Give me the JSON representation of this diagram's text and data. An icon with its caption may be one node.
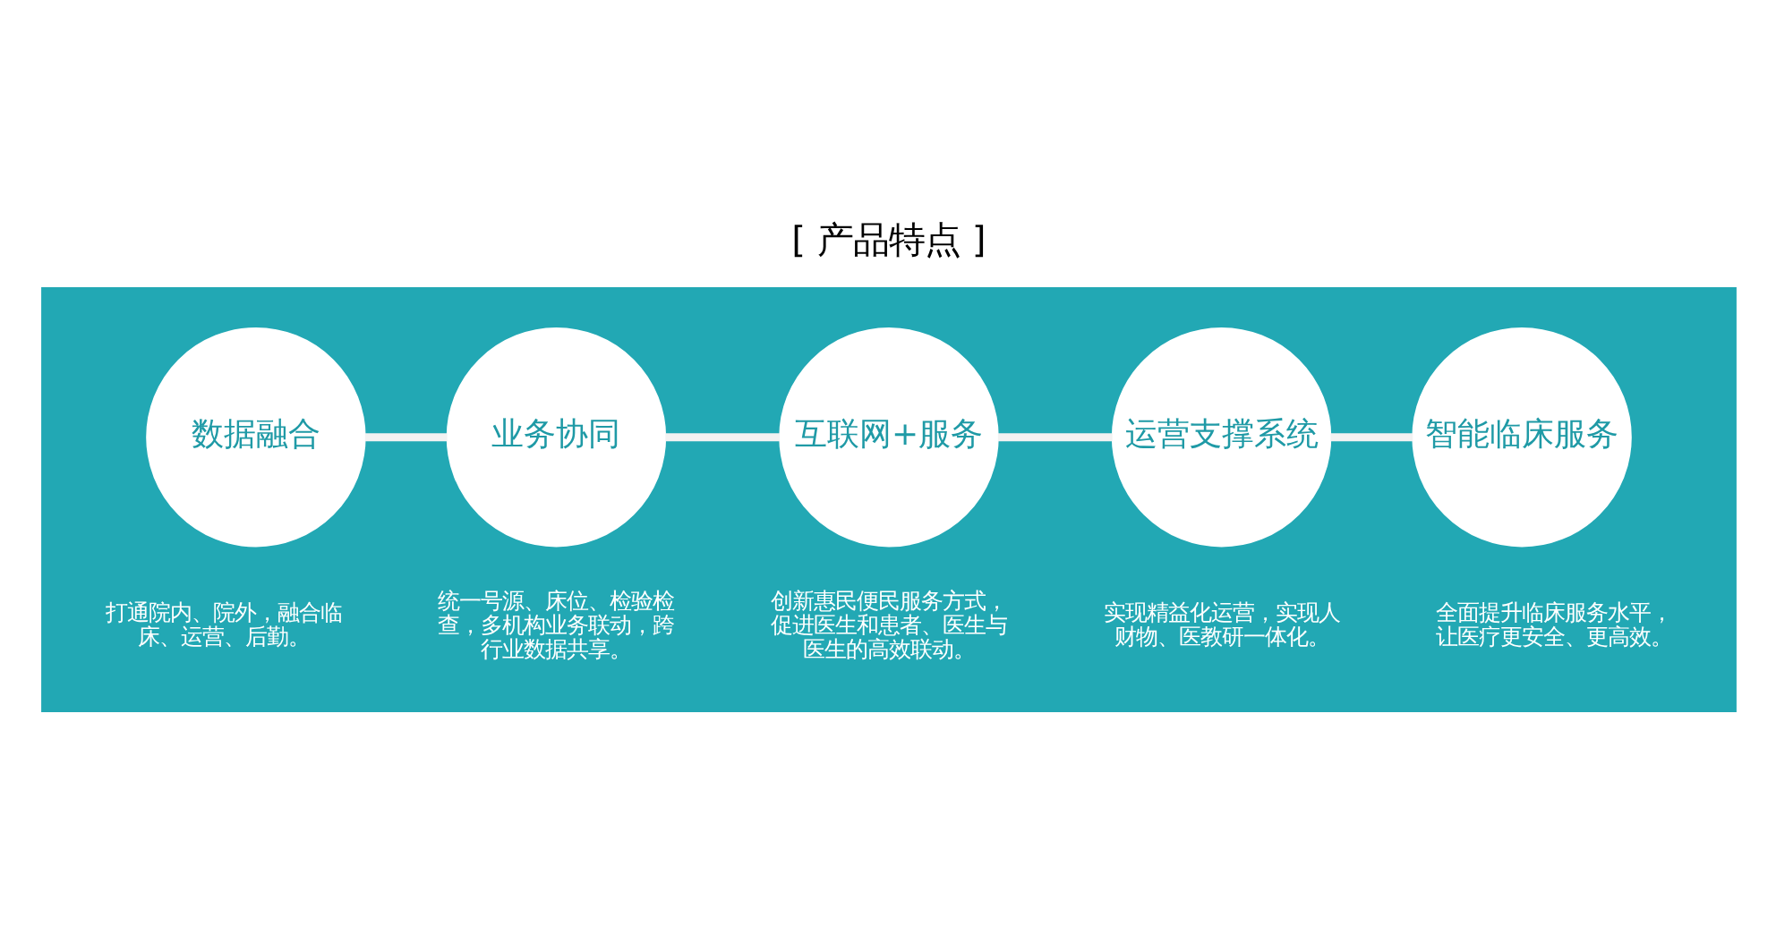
{
  "diagram": {
    "title": "[ 产品特点 ]",
    "nodes": [
      {
        "text": [],
        "shape": "box"
      },
      {
        "text": [
          "数据融合"
        ],
        "in": 0,
        "beside": [
          "打通院内、院外，融合临床、运营、后勤。"
        ]
      },
      {
        "text": [
          "业务协同"
        ],
        "in": 0,
        "beside": [
          "统一号源、床位、检验检查，多机构业务联动，跨行业数据共享。"
        ]
      },
      {
        "text": [
          "互联网+服务"
        ],
        "in": 0,
        "beside": [
          "创新惠民便民服务方式，促进医生和患者、医生与医生的高效联动。"
        ]
      },
      {
        "text": [
          "运营支撑系统"
        ],
        "in": 0,
        "beside": [
          "实现精益化运营，实现人财物、医教研一体化。"
        ]
      },
      {
        "text": [
          "智能临床服务"
        ],
        "in": 0,
        "beside": [
          "全面提升临床服务水平，让医疗更安全、更高效。"
        ]
      }
    ],
    "edges": [
      {
        "from": 1,
        "to": 2,
        "arrow": "none"
      },
      {
        "from": 2,
        "to": 3,
        "arrow": "none"
      },
      {
        "from": 3,
        "to": 4,
        "arrow": "none"
      },
      {
        "from": 4,
        "to": 5,
        "arrow": "none"
      }
    ]
  }
}
